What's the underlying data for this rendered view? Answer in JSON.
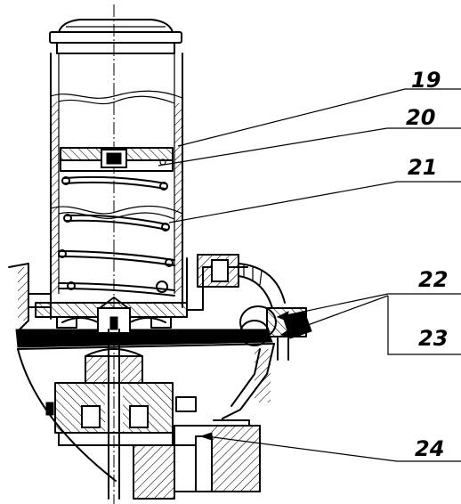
{
  "callouts": [
    {
      "id": "19",
      "label": "19"
    },
    {
      "id": "20",
      "label": "20"
    },
    {
      "id": "21",
      "label": "21"
    },
    {
      "id": "22",
      "label": "22"
    },
    {
      "id": "23",
      "label": "23"
    },
    {
      "id": "24",
      "label": "24"
    }
  ]
}
